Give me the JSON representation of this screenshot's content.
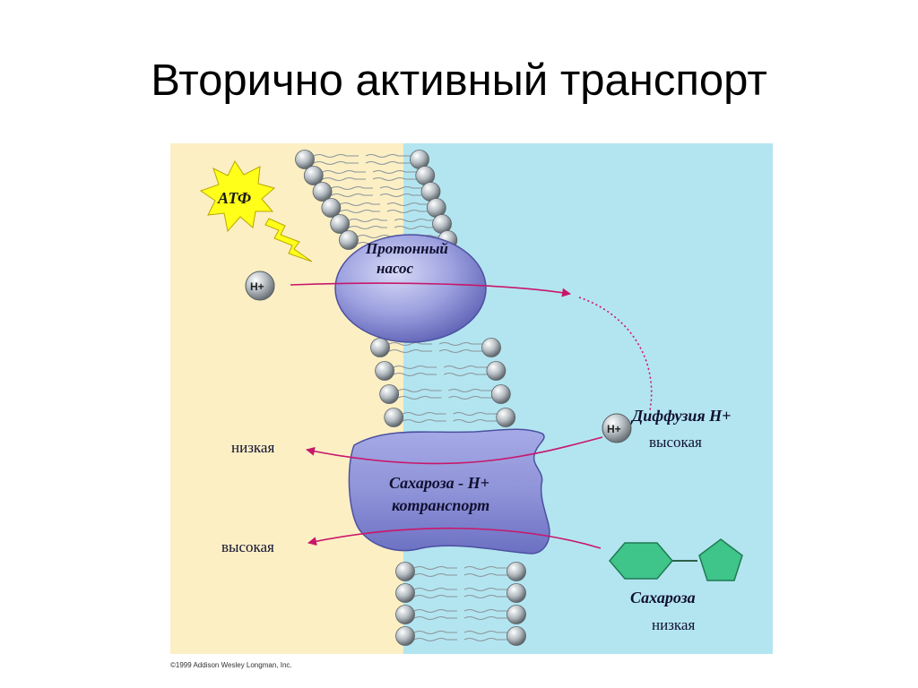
{
  "slide": {
    "title": "Вторично активный транспорт"
  },
  "diagram": {
    "labels": {
      "atp": "АТФ",
      "pump_line1": "Протонный",
      "pump_line2": "насос",
      "hplus_left": "H+",
      "hplus_right": "H+",
      "diffusion": "Диффузия Н+",
      "high_right": "высокая",
      "low_left": "низкая",
      "cotransport_line1": "Сахароза - Н+",
      "cotransport_line2": "котранспорт",
      "high_left": "высокая",
      "sucrose": "Сахароза",
      "low_right": "низкая",
      "copyright": "©1999 Addison Wesley Longman, Inc."
    },
    "colors": {
      "outside_bg": "#fcefc4",
      "inside_bg": "#b3e5f0",
      "protein": "#8f93d8",
      "arrow": "#c8176a",
      "atp_burst": "#ffff1a",
      "sucrose": "#3fc48a",
      "lipid_head": "#9ea7ad"
    }
  }
}
